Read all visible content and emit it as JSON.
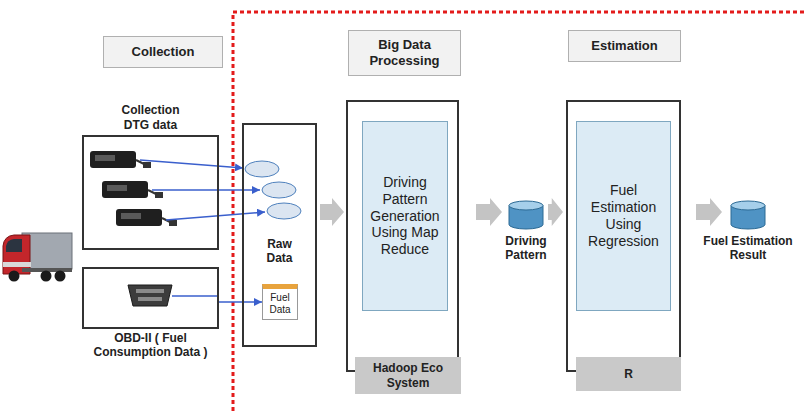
{
  "diagram": {
    "nodes": [
      {
        "text": [
          "Collection"
        ]
      },
      {
        "text": [
          "Collection DTG data"
        ]
      },
      {
        "text": [
          "OBD-II ( Fuel Consumption Data )"
        ]
      },
      {
        "text": [
          "Raw Data"
        ]
      },
      {
        "text": [
          "Fuel Data"
        ],
        "in": 3
      },
      {
        "text": [
          "Big Data Processing"
        ]
      },
      {
        "text": []
      },
      {
        "text": [
          "Driving Pattern Generation Using Map Reduce"
        ],
        "in": 6
      },
      {
        "text": [
          "Hadoop Eco System"
        ]
      },
      {
        "text": [
          "Driving Pattern"
        ]
      },
      {
        "text": [
          "Estimation"
        ]
      },
      {
        "text": []
      },
      {
        "text": [
          "Fuel Estimation Using Regression"
        ],
        "in": 11
      },
      {
        "text": [
          "R"
        ]
      },
      {
        "text": [
          "Fuel Estimation Result"
        ]
      }
    ],
    "edges": [
      {
        "from": 2,
        "to": 4,
        "arrow": "to"
      },
      {
        "from": 3,
        "to": 6,
        "arrow": "to"
      },
      {
        "from": 6,
        "to": 9,
        "arrow": "to"
      },
      {
        "from": 9,
        "to": 11,
        "arrow": "to"
      },
      {
        "from": 11,
        "to": 14,
        "arrow": "to"
      }
    ]
  }
}
